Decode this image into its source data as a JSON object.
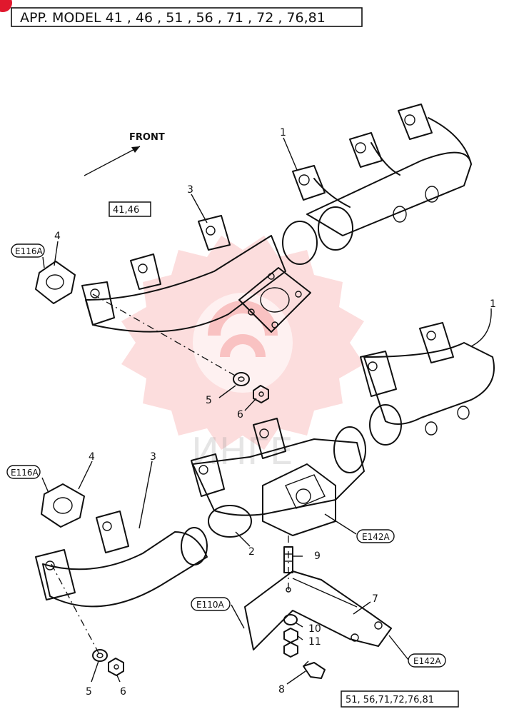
{
  "header": {
    "title": "APP. MODEL   41 , 46 , 51 , 56 , 71 , 72 , 76,81"
  },
  "groups": {
    "upper": "41,46",
    "lower": "51, 56,71,72,76,81"
  },
  "direction": {
    "label": "FRONT"
  },
  "references": {
    "e116a_upper": "E116A",
    "e116a_lower": "E116A",
    "e142a_top": "E142A",
    "e142a_bottom": "E142A",
    "e110a": "E110A"
  },
  "callouts": {
    "c1_upper": "1",
    "c1_lower": "1",
    "c2": "2",
    "c3_upper": "3",
    "c3_lower": "3",
    "c4_upper": "4",
    "c4_lower": "4",
    "c5_upper": "5",
    "c5_lower": "5",
    "c6_upper": "6",
    "c6_lower": "6",
    "c7": "7",
    "c8": "8",
    "c9": "9",
    "c10": "10",
    "c11": "11"
  },
  "colors": {
    "ink": "#111111",
    "watermark": "#f27a7a",
    "badge": "#e0182d"
  }
}
